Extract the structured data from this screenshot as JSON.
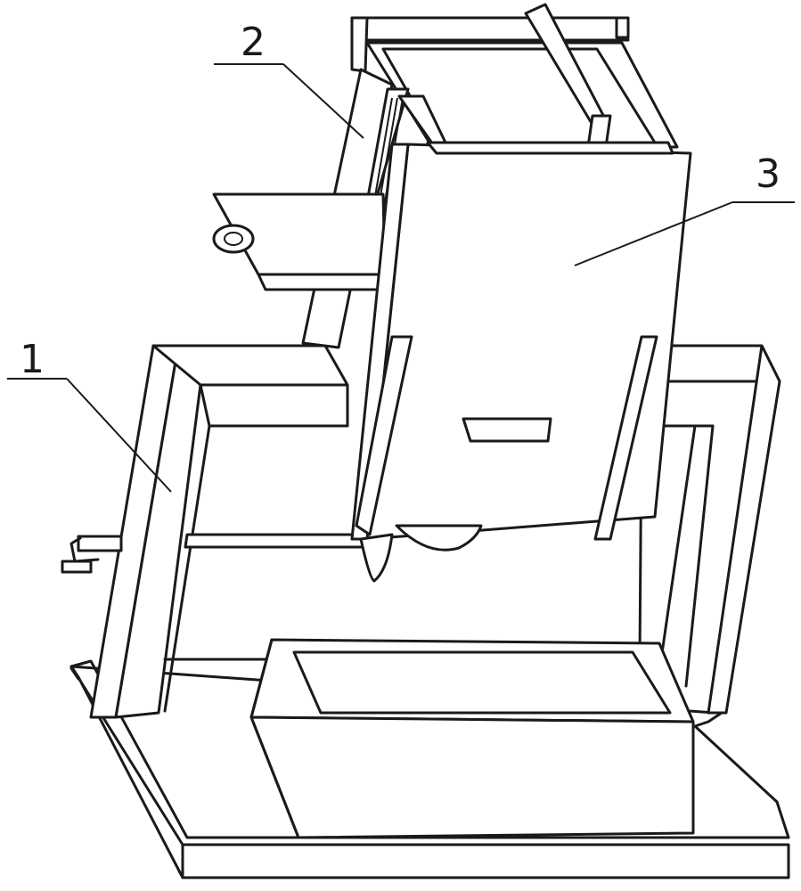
{
  "labels": [
    {
      "id": "1",
      "text": "1"
    },
    {
      "id": "2",
      "text": "2"
    },
    {
      "id": "3",
      "text": "3"
    }
  ],
  "colors": {
    "ink": "#1a1a1a",
    "paper": "#ffffff"
  }
}
